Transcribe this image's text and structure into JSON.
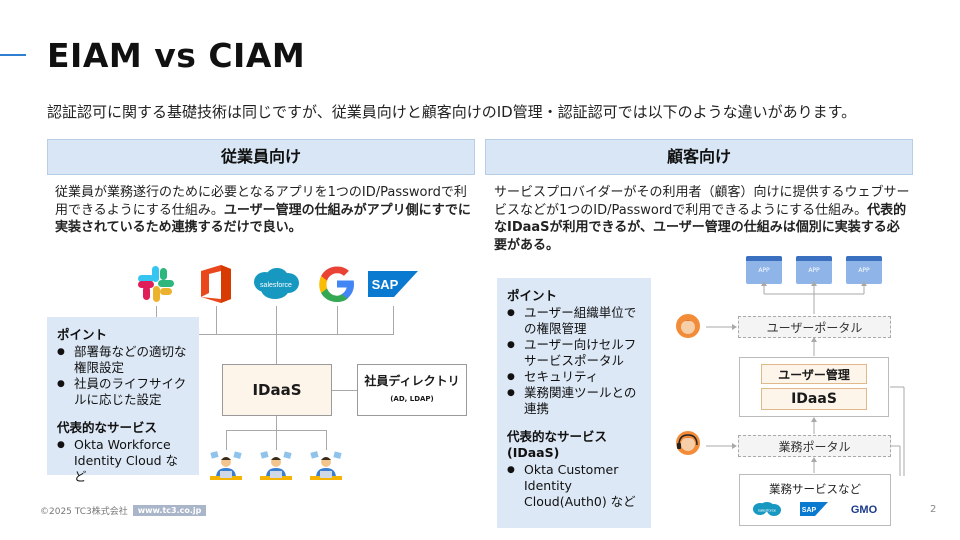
{
  "slide": {
    "title": "EIAM vs CIAM",
    "subtitle": "認証認可に関する基礎技術は同じですが、従業員向けと顧客向けのID管理・認証認可では以下のような違いがあります。"
  },
  "left": {
    "header": "従業員向け",
    "desc_plain": "従業員が業務遂行のために必要となるアプリを1つのID/Passwordで利用できるようにする仕組み。",
    "desc_bold": "ユーザー管理の仕組みがアプリ側にすでに実装されているため連携するだけで良い。",
    "apps": {
      "sf_label": "salesforce",
      "sap_label": "SAP"
    },
    "points": {
      "heading": "ポイント",
      "items": [
        "部署毎などの適切な権限設定",
        "社員のライフサイクルに応じた設定"
      ],
      "services_heading": "代表的なサービス",
      "services": [
        "Okta Workforce Identity Cloud など"
      ]
    },
    "idaas": "IDaaS",
    "directory_label": "社員ディレクトリ",
    "directory_sub": "(AD, LDAP)"
  },
  "right": {
    "header": "顧客向け",
    "desc_plain": "サービスプロバイダーがその利用者（顧客）向けに提供するウェブサービスなどが1つのID/Passwordで利用できるようにする仕組み。",
    "desc_bold": "代表的なIDaaSが利用できるが、ユーザー管理の仕組みは個別に実装する必要がある。",
    "points": {
      "heading": "ポイント",
      "items": [
        "ユーザー組織単位での権限管理",
        "ユーザー向けセルフサービスポータル",
        "セキュリティ",
        "業務関連ツールとの連携"
      ],
      "services_heading": "代表的なサービス(IDaaS)",
      "services": [
        "Okta Customer Identity Cloud(Auth0) など"
      ]
    },
    "app_label": "APP",
    "user_portal": "ユーザーポータル",
    "user_management": "ユーザー管理",
    "idaas": "IDaaS",
    "business_portal": "業務ポータル",
    "business_services": "業務サービスなど",
    "logos": {
      "sf": "salesforce",
      "sap": "SAP",
      "gmo": "GMO"
    }
  },
  "footer": {
    "copyright": "©2025 TC3株式会社",
    "url": "www.tc3.co.jp",
    "page": "2"
  },
  "colors": {
    "header_bg": "#d9e6f5",
    "point_bg": "#dce8f6",
    "idaas_bg": "#fdf4ea",
    "accent": "#2f7fd0"
  }
}
